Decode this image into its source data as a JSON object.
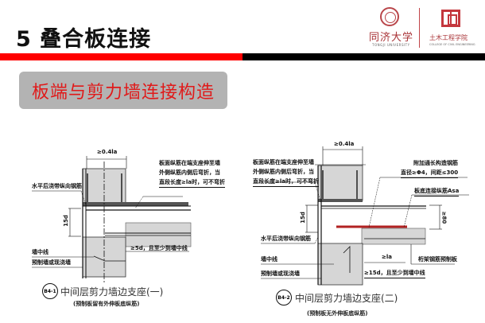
{
  "slide": {
    "title": "5 叠合板连接",
    "section_heading": "板端与剪力墙连接构造"
  },
  "logos": {
    "university_name": "同济大学",
    "university_en": "TONGJI UNIVERSITY",
    "college_name": "土木工程学院",
    "college_en": "COLLEGE OF CIVIL ENGINEERING"
  },
  "colors": {
    "title_bar_red": "#ff0000",
    "title_bar_black": "#000000",
    "subtitle_bg": "#b3b3b3",
    "subtitle_text": "#e01a1a",
    "extra_rebar": "#b22222"
  },
  "diagram_left": {
    "dimension_top": "≥0.4la",
    "dimension_side": "15d",
    "note_top": [
      "板面纵筋在端支座伸至墙",
      "外侧纵筋内侧后弯折，当",
      "直段长度≥la时，可不弯折"
    ],
    "label_horizontal_rebar": "水平后浇带纵向钢筋",
    "label_wall_centerline": "墙中线",
    "label_wall": "预制墙或现浇墙",
    "note_bottom": "≥5d，且至少到墙中线",
    "badge": "B4-1",
    "caption": "中间层剪力墙边支座(一)",
    "caption_sub": "(预制板留有外伸板底纵筋)"
  },
  "diagram_right": {
    "dimension_top": "≥0.4la",
    "dimension_side": "15d",
    "dimension_right": "≥80",
    "note_top_left": [
      "板面纵筋在端支座伸至墙",
      "外侧纵筋内侧后弯折，当",
      "直段长度≥la时，可不弯折"
    ],
    "note_top_right": [
      "附加通长构造钢筋",
      "直径≥Φ4，间距≤300"
    ],
    "label_joint_rebar": "板底连接纵筋Asa",
    "label_horizontal_rebar": "水平后浇带纵向钢筋",
    "label_wall_centerline": "墙中线",
    "label_wall": "预制墙或现浇墙",
    "label_truss": "桁架钢筋预制板",
    "dimension_la": "≥la",
    "note_bottom": "≥15d，且至少到墙中线",
    "badge": "B4-2",
    "caption": "中间层剪力墙边支座(二)",
    "caption_sub": "(预制板无外伸板底纵筋)"
  }
}
